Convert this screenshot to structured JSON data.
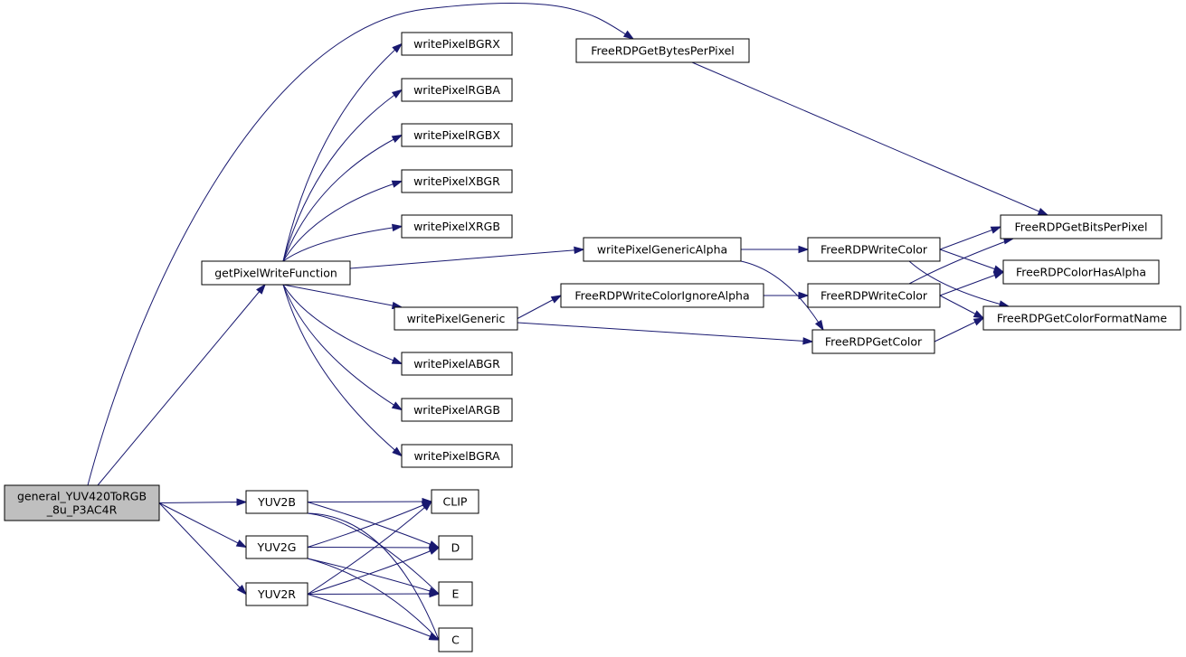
{
  "colors": {
    "edge": "#191970",
    "root_fill": "#bfbfbf",
    "node_fill": "#ffffff",
    "node_stroke": "#000000"
  },
  "nodes": {
    "root": {
      "lines": [
        "general_YUV420ToRGB",
        "_8u_P3AC4R"
      ]
    },
    "getPixelWriteFunction": {
      "lines": [
        "getPixelWriteFunction"
      ]
    },
    "writePixelBGRX": {
      "lines": [
        "writePixelBGRX"
      ]
    },
    "writePixelRGBA": {
      "lines": [
        "writePixelRGBA"
      ]
    },
    "writePixelRGBX": {
      "lines": [
        "writePixelRGBX"
      ]
    },
    "writePixelXBGR": {
      "lines": [
        "writePixelXBGR"
      ]
    },
    "writePixelXRGB": {
      "lines": [
        "writePixelXRGB"
      ]
    },
    "writePixelGeneric": {
      "lines": [
        "writePixelGeneric"
      ]
    },
    "writePixelABGR": {
      "lines": [
        "writePixelABGR"
      ]
    },
    "writePixelARGB": {
      "lines": [
        "writePixelARGB"
      ]
    },
    "writePixelBGRA": {
      "lines": [
        "writePixelBGRA"
      ]
    },
    "FreeRDPGetBytesPerPixel": {
      "lines": [
        "FreeRDPGetBytesPerPixel"
      ]
    },
    "writePixelGenericAlpha": {
      "lines": [
        "writePixelGenericAlpha"
      ]
    },
    "FreeRDPWriteColorIgnoreAlpha": {
      "lines": [
        "FreeRDPWriteColorIgnoreAlpha"
      ]
    },
    "FreeRDPWriteColor1": {
      "lines": [
        "FreeRDPWriteColor"
      ]
    },
    "FreeRDPWriteColor2": {
      "lines": [
        "FreeRDPWriteColor"
      ]
    },
    "FreeRDPGetColor": {
      "lines": [
        "FreeRDPGetColor"
      ]
    },
    "FreeRDPGetBitsPerPixel": {
      "lines": [
        "FreeRDPGetBitsPerPixel"
      ]
    },
    "FreeRDPColorHasAlpha": {
      "lines": [
        "FreeRDPColorHasAlpha"
      ]
    },
    "FreeRDPGetColorFormatName": {
      "lines": [
        "FreeRDPGetColorFormatName"
      ]
    },
    "YUV2B": {
      "lines": [
        "YUV2B"
      ]
    },
    "YUV2G": {
      "lines": [
        "YUV2G"
      ]
    },
    "YUV2R": {
      "lines": [
        "YUV2R"
      ]
    },
    "CLIP": {
      "lines": [
        "CLIP"
      ]
    },
    "D": {
      "lines": [
        "D"
      ]
    },
    "E": {
      "lines": [
        "E"
      ]
    },
    "C": {
      "lines": [
        "C"
      ]
    }
  },
  "edges": [
    {
      "from": "root",
      "to": "FreeRDPGetBytesPerPixel"
    },
    {
      "from": "root",
      "to": "getPixelWriteFunction"
    },
    {
      "from": "root",
      "to": "YUV2B"
    },
    {
      "from": "root",
      "to": "YUV2G"
    },
    {
      "from": "root",
      "to": "YUV2R"
    },
    {
      "from": "getPixelWriteFunction",
      "to": "writePixelBGRX"
    },
    {
      "from": "getPixelWriteFunction",
      "to": "writePixelRGBA"
    },
    {
      "from": "getPixelWriteFunction",
      "to": "writePixelRGBX"
    },
    {
      "from": "getPixelWriteFunction",
      "to": "writePixelXBGR"
    },
    {
      "from": "getPixelWriteFunction",
      "to": "writePixelXRGB"
    },
    {
      "from": "getPixelWriteFunction",
      "to": "writePixelGenericAlpha"
    },
    {
      "from": "getPixelWriteFunction",
      "to": "writePixelGeneric"
    },
    {
      "from": "getPixelWriteFunction",
      "to": "writePixelABGR"
    },
    {
      "from": "getPixelWriteFunction",
      "to": "writePixelARGB"
    },
    {
      "from": "getPixelWriteFunction",
      "to": "writePixelBGRA"
    },
    {
      "from": "FreeRDPGetBytesPerPixel",
      "to": "FreeRDPGetBitsPerPixel"
    },
    {
      "from": "writePixelGenericAlpha",
      "to": "FreeRDPWriteColor1"
    },
    {
      "from": "writePixelGenericAlpha",
      "to": "FreeRDPGetColor"
    },
    {
      "from": "writePixelGeneric",
      "to": "FreeRDPWriteColorIgnoreAlpha"
    },
    {
      "from": "writePixelGeneric",
      "to": "FreeRDPGetColor"
    },
    {
      "from": "FreeRDPWriteColorIgnoreAlpha",
      "to": "FreeRDPWriteColor2"
    },
    {
      "from": "FreeRDPWriteColor1",
      "to": "FreeRDPGetBitsPerPixel"
    },
    {
      "from": "FreeRDPWriteColor1",
      "to": "FreeRDPColorHasAlpha"
    },
    {
      "from": "FreeRDPWriteColor1",
      "to": "FreeRDPGetColorFormatName"
    },
    {
      "from": "FreeRDPWriteColor2",
      "to": "FreeRDPGetBitsPerPixel"
    },
    {
      "from": "FreeRDPWriteColor2",
      "to": "FreeRDPColorHasAlpha"
    },
    {
      "from": "FreeRDPWriteColor2",
      "to": "FreeRDPGetColorFormatName"
    },
    {
      "from": "FreeRDPGetColor",
      "to": "FreeRDPGetColorFormatName"
    },
    {
      "from": "YUV2B",
      "to": "CLIP"
    },
    {
      "from": "YUV2B",
      "to": "D"
    },
    {
      "from": "YUV2B",
      "to": "E"
    },
    {
      "from": "YUV2B",
      "to": "C"
    },
    {
      "from": "YUV2G",
      "to": "CLIP"
    },
    {
      "from": "YUV2G",
      "to": "D"
    },
    {
      "from": "YUV2G",
      "to": "E"
    },
    {
      "from": "YUV2G",
      "to": "C"
    },
    {
      "from": "YUV2R",
      "to": "CLIP"
    },
    {
      "from": "YUV2R",
      "to": "D"
    },
    {
      "from": "YUV2R",
      "to": "E"
    },
    {
      "from": "YUV2R",
      "to": "C"
    }
  ]
}
